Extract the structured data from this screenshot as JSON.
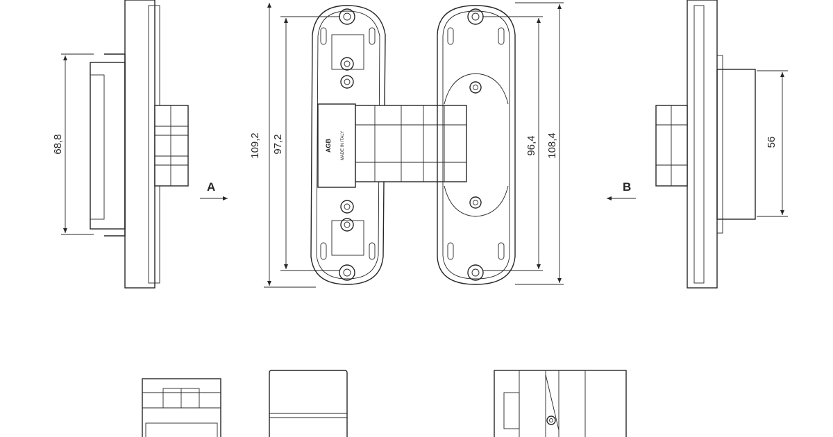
{
  "dimensions": {
    "left_height": "68,8",
    "front_total": "109,2",
    "front_inner": "97,2",
    "right_inner": "96,4",
    "right_total": "108,4",
    "side_right": "56"
  },
  "view_labels": {
    "a": "A",
    "b": "B"
  },
  "hinge_marking": {
    "brand": "AGB",
    "origin": "MADE IN ITALY"
  }
}
